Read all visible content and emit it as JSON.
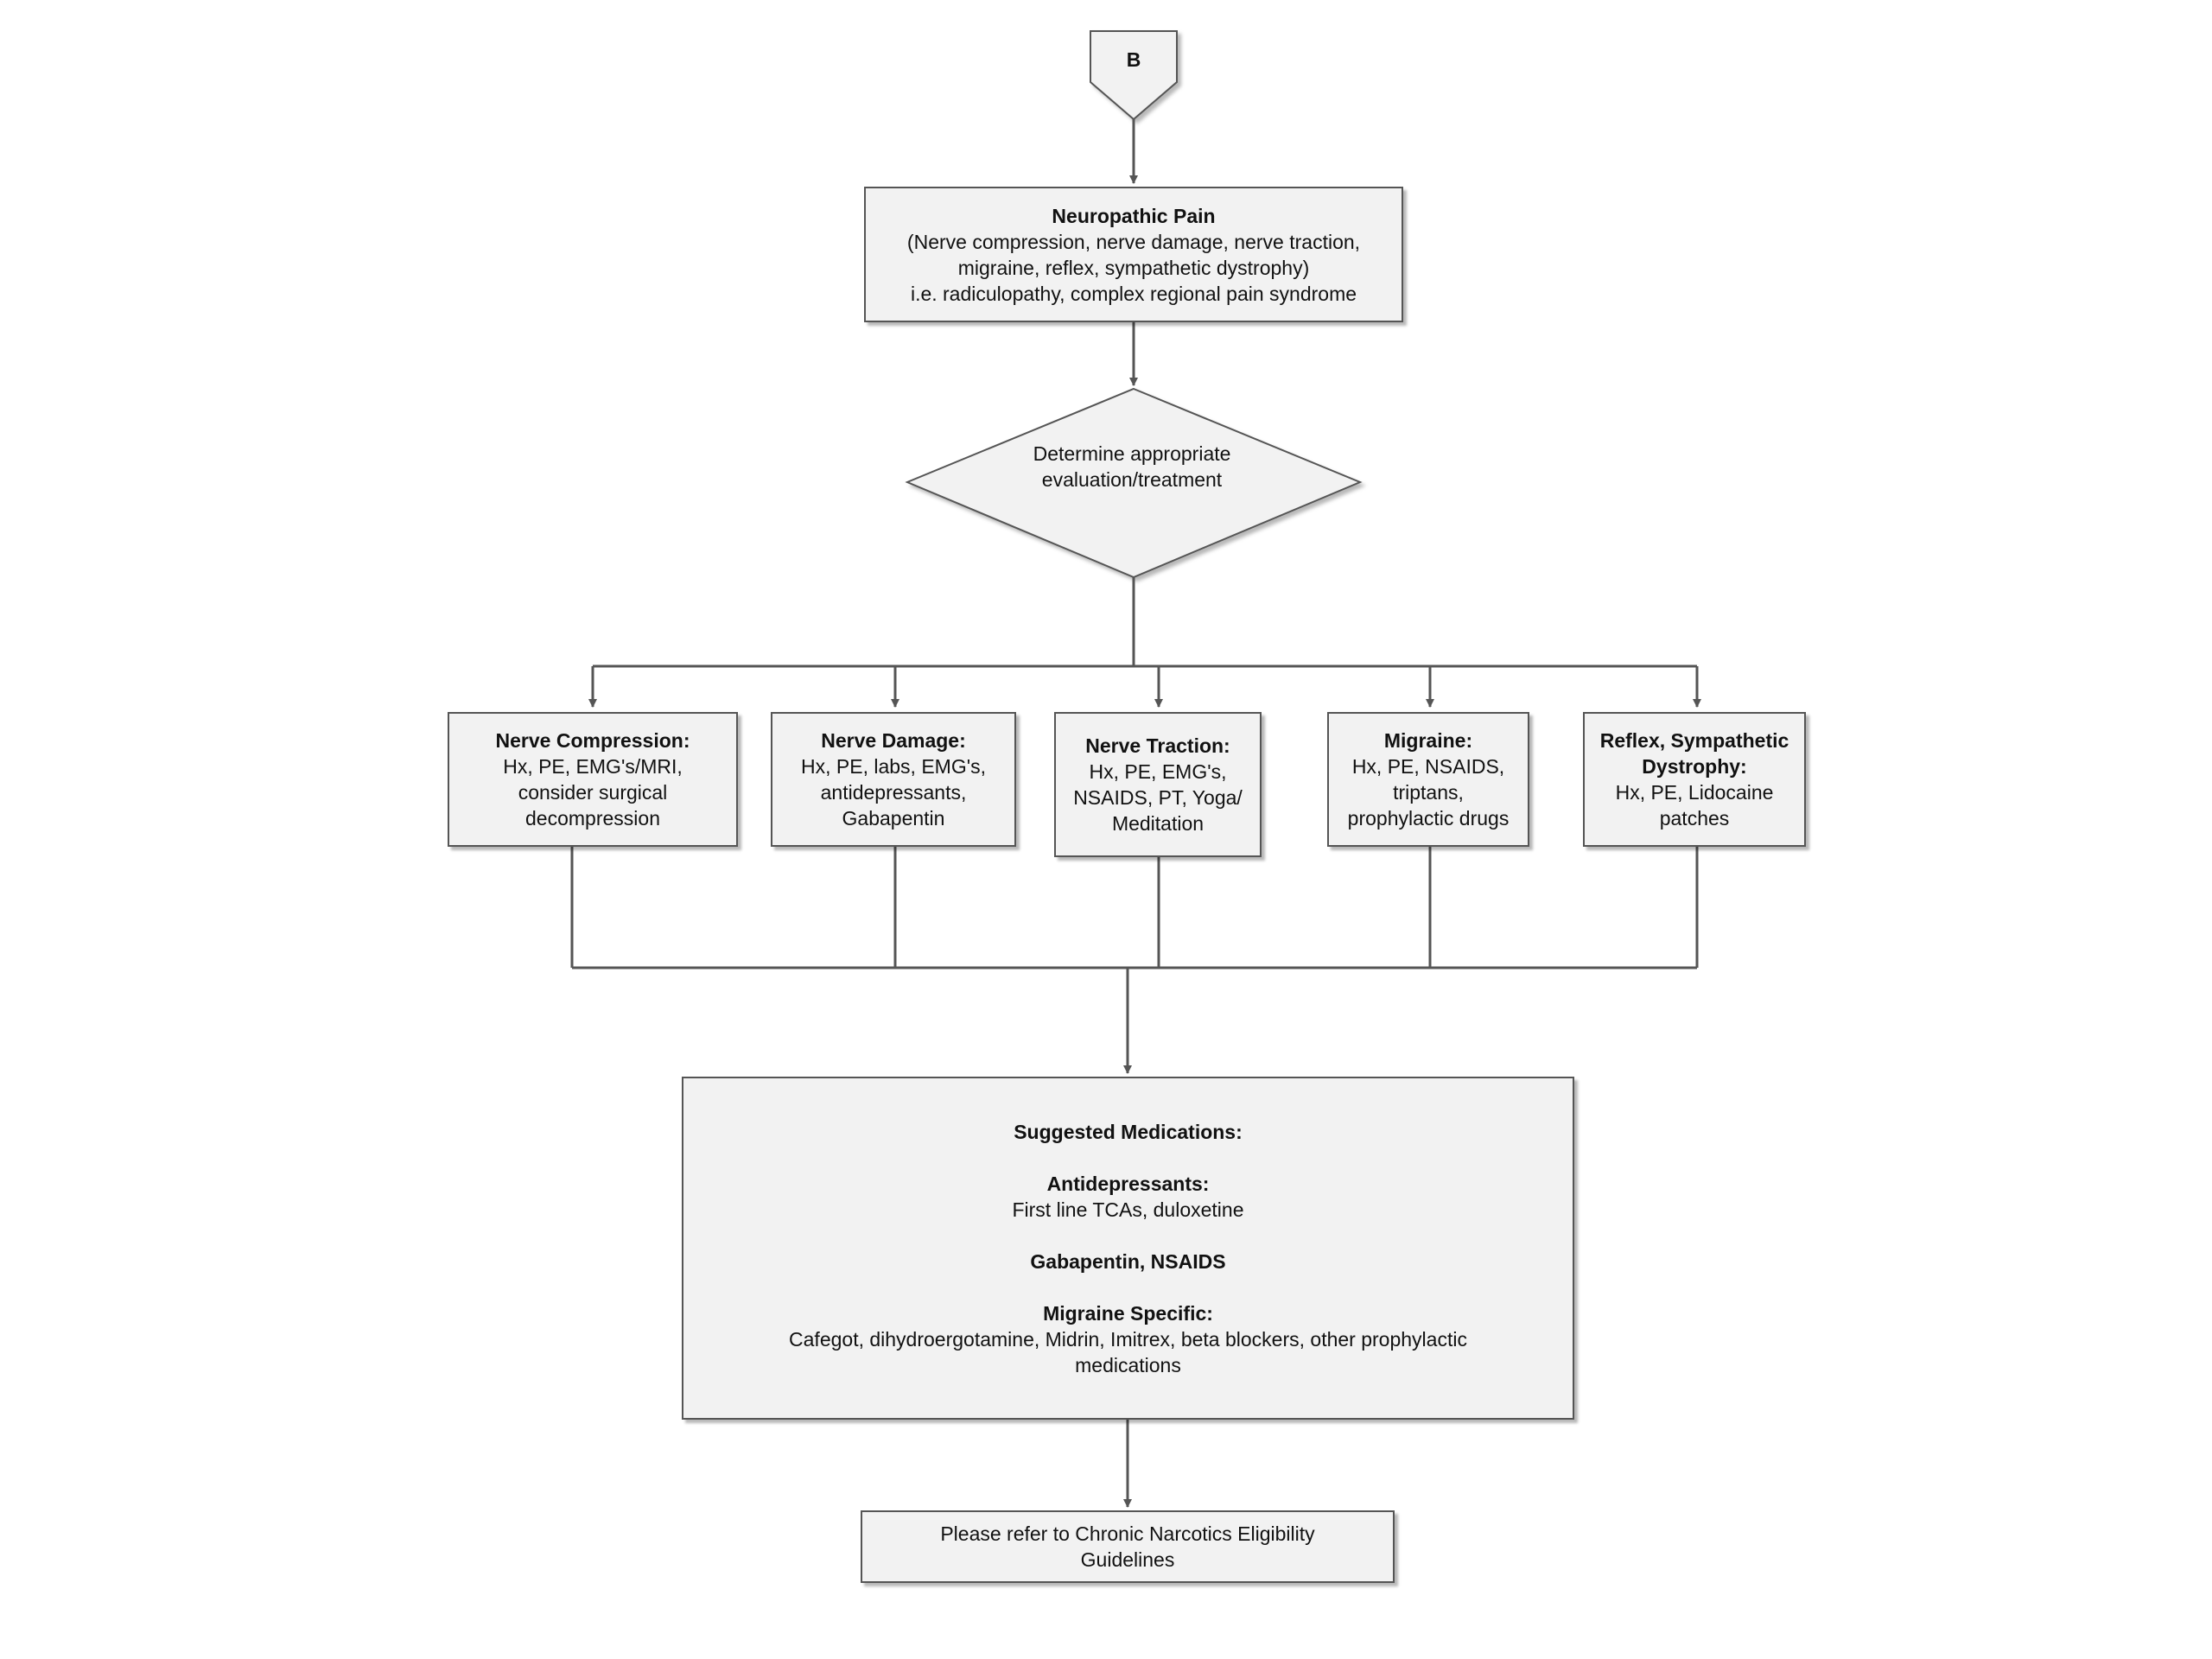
{
  "connector": {
    "label": "B"
  },
  "start": {
    "title": "Neuropathic Pain",
    "lines": [
      "(Nerve compression, nerve damage, nerve traction,",
      "migraine, reflex, sympathetic dystrophy)",
      "i.e. radiculopathy, complex regional pain syndrome"
    ]
  },
  "decision": {
    "lines": [
      "Determine appropriate",
      "evaluation/treatment"
    ]
  },
  "branches": [
    {
      "title": "Nerve Compression:",
      "lines": [
        "Hx, PE, EMG's/MRI,",
        "consider surgical",
        "decompression"
      ]
    },
    {
      "title": "Nerve Damage:",
      "lines": [
        "Hx, PE, labs, EMG's,",
        "antidepressants,",
        "Gabapentin"
      ]
    },
    {
      "title": "Nerve Traction:",
      "lines": [
        "Hx, PE, EMG's,",
        "NSAIDS, PT, Yoga/",
        "Meditation"
      ]
    },
    {
      "title": "Migraine:",
      "lines": [
        "Hx, PE, NSAIDS,",
        "triptans,",
        "prophylactic drugs"
      ]
    },
    {
      "title": "Reflex, Sympathetic Dystrophy:",
      "title_lines": [
        "Reflex, Sympathetic",
        "Dystrophy:"
      ],
      "lines": [
        "Hx, PE, Lidocaine",
        "patches"
      ]
    }
  ],
  "medications": {
    "title": "Suggested Medications:",
    "antidepressants_title": "Antidepressants:",
    "antidepressants_text": "First line TCAs, duloxetine",
    "gabapentin_title": "Gabapentin, NSAIDS",
    "migraine_title": "Migraine Specific:",
    "migraine_lines": [
      "Cafegot, dihydroergotamine, Midrin, Imitrex, beta blockers, other prophylactic",
      "medications"
    ]
  },
  "final": {
    "lines": [
      "Please refer to Chronic Narcotics Eligibility",
      "Guidelines"
    ]
  },
  "colors": {
    "stroke": "#555555",
    "fill": "#f2f2f2",
    "text": "#111111"
  }
}
